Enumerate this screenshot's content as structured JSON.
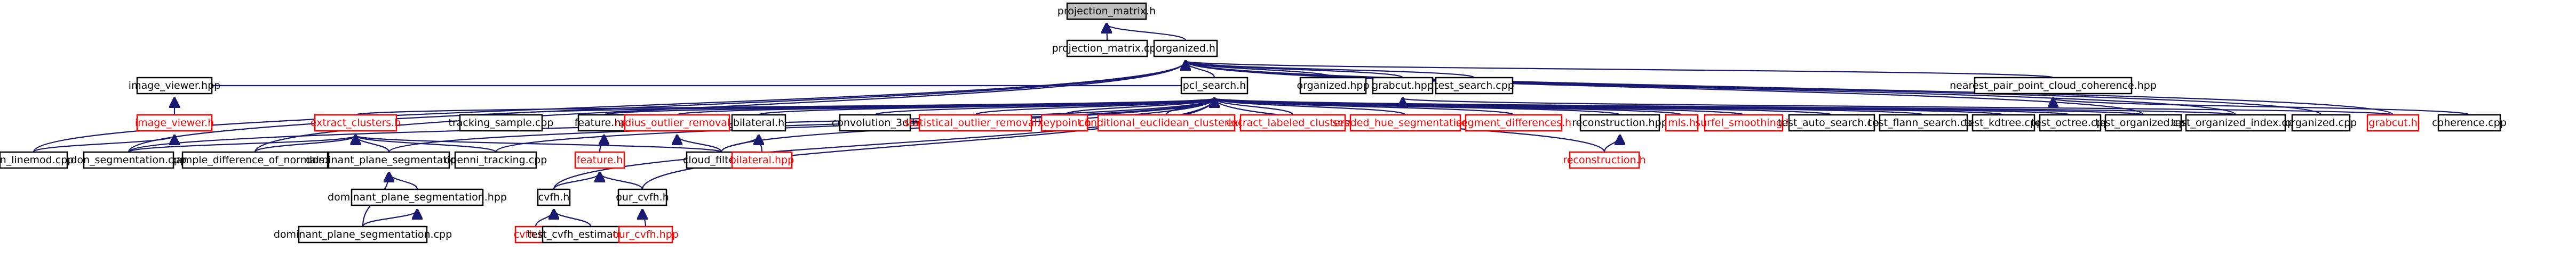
{
  "colors": {
    "edge": "#191970",
    "border_normal": "#000000",
    "border_red": "#ff0000",
    "root_fill": "#bfbfbf",
    "background": "#ffffff"
  },
  "nodes": [
    {
      "id": "projection_matrix_h",
      "label": "projection_matrix.h",
      "root": true
    },
    {
      "id": "projection_matrix_cpp",
      "label": "projection_matrix.cpp"
    },
    {
      "id": "organized_h",
      "label": "organized.h"
    },
    {
      "id": "image_viewer_hpp",
      "label": "image_viewer.hpp"
    },
    {
      "id": "pcl_search_h",
      "label": "pcl_search.h"
    },
    {
      "id": "organized_hpp",
      "label": "organized.hpp"
    },
    {
      "id": "grabcut_hpp",
      "label": "grabcut.hpp"
    },
    {
      "id": "test_search_cpp",
      "label": "test_search.cpp"
    },
    {
      "id": "nearest_pair_point_cloud_coherence_hpp",
      "label": "nearest_pair_point_cloud_coherence.hpp"
    },
    {
      "id": "image_viewer_h",
      "label": "image_viewer.h",
      "red": true
    },
    {
      "id": "extract_clusters_h",
      "label": "extract_clusters.h",
      "red": true
    },
    {
      "id": "tracking_sample_cpp",
      "label": "tracking_sample.cpp"
    },
    {
      "id": "feature_hpp",
      "label": "feature.hpp"
    },
    {
      "id": "radius_outlier_removal_h",
      "label": "radius_outlier_removal.h",
      "red": true
    },
    {
      "id": "bilateral_h",
      "label": "bilateral.h"
    },
    {
      "id": "convolution_3d_h",
      "label": "convolution_3d.h"
    },
    {
      "id": "statistical_outlier_removal_h",
      "label": "statistical_outlier_removal.h",
      "red": true
    },
    {
      "id": "keypoint_h",
      "label": "keypoint.h",
      "red": true
    },
    {
      "id": "conditional_euclidean_clustering_h",
      "label": "conditional_euclidean_clustering.h",
      "red": true
    },
    {
      "id": "extract_labeled_clusters_h",
      "label": "extract_labeled_clusters.h",
      "red": true
    },
    {
      "id": "seeded_hue_segmentation_h",
      "label": "seeded_hue_segmentation.h",
      "red": true
    },
    {
      "id": "segment_differences_h",
      "label": "segment_differences.h",
      "red": true
    },
    {
      "id": "reconstruction_hpp",
      "label": "reconstruction.hpp"
    },
    {
      "id": "mls_h",
      "label": "mls.h",
      "red": true
    },
    {
      "id": "surfel_smoothing_h",
      "label": "surfel_smoothing.h",
      "red": true
    },
    {
      "id": "test_auto_search_cpp",
      "label": "test_auto_search.cpp"
    },
    {
      "id": "test_flann_search_cpp",
      "label": "test_flann_search.cpp"
    },
    {
      "id": "test_kdtree_cpp",
      "label": "test_kdtree.cpp"
    },
    {
      "id": "test_octree_cpp",
      "label": "test_octree.cpp"
    },
    {
      "id": "test_organized_cpp",
      "label": "test_organized.cpp"
    },
    {
      "id": "test_organized_index_cpp",
      "label": "test_organized_index.cpp"
    },
    {
      "id": "organized_cpp",
      "label": "organized.cpp"
    },
    {
      "id": "grabcut_h",
      "label": "grabcut.h",
      "red": true
    },
    {
      "id": "coherence_cpp",
      "label": "coherence.cpp"
    },
    {
      "id": "example_difference_of_normals_cpp",
      "label": "example_difference_of_normals.cpp"
    },
    {
      "id": "dominant_plane_segmentation_h",
      "label": "dominant_plane_segmentation.h"
    },
    {
      "id": "openni_tracking_cpp",
      "label": "openni_tracking.cpp"
    },
    {
      "id": "feature_h",
      "label": "feature.h",
      "red": true
    },
    {
      "id": "cloud_filter_cpp",
      "label": "cloud_filter.cpp"
    },
    {
      "id": "bilateral_hpp",
      "label": "bilateral.hpp",
      "red": true
    },
    {
      "id": "reconstruction_h",
      "label": "reconstruction.h",
      "red": true
    },
    {
      "id": "nn_linemod_cpp",
      "label": "nn_linemod.cpp"
    },
    {
      "id": "don_segmentation_cpp",
      "label": "don_segmentation.cpp"
    },
    {
      "id": "dominant_plane_segmentation_hpp",
      "label": "dominant_plane_segmentation.hpp"
    },
    {
      "id": "dominant_plane_segmentation_cpp",
      "label": "dominant_plane_segmentation.cpp"
    },
    {
      "id": "cvfh_h",
      "label": "cvfh.h"
    },
    {
      "id": "our_cvfh_h",
      "label": "our_cvfh.h"
    },
    {
      "id": "cvfh_hpp",
      "label": "cvfh.hpp",
      "red": true
    },
    {
      "id": "test_cvfh_estimation_cpp",
      "label": "test_cvfh_estimation.cpp"
    },
    {
      "id": "our_cvfh_hpp",
      "label": "our_cvfh.hpp",
      "red": true
    }
  ],
  "edges": [
    [
      "projection_matrix_h",
      "projection_matrix_cpp"
    ],
    [
      "projection_matrix_h",
      "organized_h"
    ],
    [
      "organized_h",
      "pcl_search_h"
    ],
    [
      "organized_h",
      "organized_hpp"
    ],
    [
      "organized_h",
      "grabcut_hpp"
    ],
    [
      "organized_h",
      "test_search_cpp"
    ],
    [
      "organized_h",
      "nearest_pair_point_cloud_coherence_hpp"
    ],
    [
      "organized_h",
      "nn_linemod_cpp"
    ],
    [
      "organized_h",
      "don_segmentation_cpp"
    ],
    [
      "organized_h",
      "example_difference_of_normals_cpp"
    ],
    [
      "organized_h",
      "test_organized_cpp"
    ],
    [
      "organized_h",
      "test_organized_index_cpp"
    ],
    [
      "organized_h",
      "organized_cpp"
    ],
    [
      "organized_h",
      "grabcut_h"
    ],
    [
      "image_viewer_hpp",
      "image_viewer_h"
    ],
    [
      "image_viewer_h",
      "nn_linemod_cpp"
    ],
    [
      "pcl_search_h",
      "image_viewer_hpp"
    ],
    [
      "pcl_search_h",
      "extract_clusters_h"
    ],
    [
      "pcl_search_h",
      "tracking_sample_cpp"
    ],
    [
      "pcl_search_h",
      "feature_hpp"
    ],
    [
      "pcl_search_h",
      "radius_outlier_removal_h"
    ],
    [
      "pcl_search_h",
      "bilateral_h"
    ],
    [
      "pcl_search_h",
      "convolution_3d_h"
    ],
    [
      "pcl_search_h",
      "statistical_outlier_removal_h"
    ],
    [
      "pcl_search_h",
      "keypoint_h"
    ],
    [
      "pcl_search_h",
      "conditional_euclidean_clustering_h"
    ],
    [
      "pcl_search_h",
      "extract_labeled_clusters_h"
    ],
    [
      "pcl_search_h",
      "seeded_hue_segmentation_h"
    ],
    [
      "pcl_search_h",
      "segment_differences_h"
    ],
    [
      "pcl_search_h",
      "reconstruction_hpp"
    ],
    [
      "pcl_search_h",
      "mls_h"
    ],
    [
      "pcl_search_h",
      "surfel_smoothing_h"
    ],
    [
      "pcl_search_h",
      "test_auto_search_cpp"
    ],
    [
      "pcl_search_h",
      "test_flann_search_cpp"
    ],
    [
      "pcl_search_h",
      "test_kdtree_cpp"
    ],
    [
      "pcl_search_h",
      "test_octree_cpp"
    ],
    [
      "pcl_search_h",
      "test_organized_cpp"
    ],
    [
      "pcl_search_h",
      "test_organized_index_cpp"
    ],
    [
      "pcl_search_h",
      "dominant_plane_segmentation_h"
    ],
    [
      "pcl_search_h",
      "openni_tracking_cpp"
    ],
    [
      "pcl_search_h",
      "cloud_filter_cpp"
    ],
    [
      "pcl_search_h",
      "cvfh_h"
    ],
    [
      "pcl_search_h",
      "our_cvfh_h"
    ],
    [
      "pcl_search_h",
      "reconstruction_h"
    ],
    [
      "pcl_search_h",
      "don_segmentation_cpp"
    ],
    [
      "grabcut_hpp",
      "grabcut_h"
    ],
    [
      "nearest_pair_point_cloud_coherence_hpp",
      "coherence_cpp"
    ],
    [
      "extract_clusters_h",
      "don_segmentation_cpp"
    ],
    [
      "extract_clusters_h",
      "example_difference_of_normals_cpp"
    ],
    [
      "extract_clusters_h",
      "dominant_plane_segmentation_h"
    ],
    [
      "extract_clusters_h",
      "openni_tracking_cpp"
    ],
    [
      "extract_clusters_h",
      "cloud_filter_cpp"
    ],
    [
      "feature_hpp",
      "feature_h"
    ],
    [
      "radius_outlier_removal_h",
      "cloud_filter_cpp"
    ],
    [
      "bilateral_h",
      "bilateral_hpp"
    ],
    [
      "bilateral_h",
      "cloud_filter_cpp"
    ],
    [
      "reconstruction_hpp",
      "reconstruction_h"
    ],
    [
      "feature_h",
      "cvfh_h"
    ],
    [
      "feature_h",
      "our_cvfh_h"
    ],
    [
      "dominant_plane_segmentation_h",
      "dominant_plane_segmentation_hpp"
    ],
    [
      "dominant_plane_segmentation_h",
      "dominant_plane_segmentation_cpp"
    ],
    [
      "dominant_plane_segmentation_hpp",
      "dominant_plane_segmentation_cpp"
    ],
    [
      "cvfh_h",
      "cvfh_hpp"
    ],
    [
      "cvfh_h",
      "test_cvfh_estimation_cpp"
    ],
    [
      "our_cvfh_h",
      "our_cvfh_hpp"
    ]
  ]
}
